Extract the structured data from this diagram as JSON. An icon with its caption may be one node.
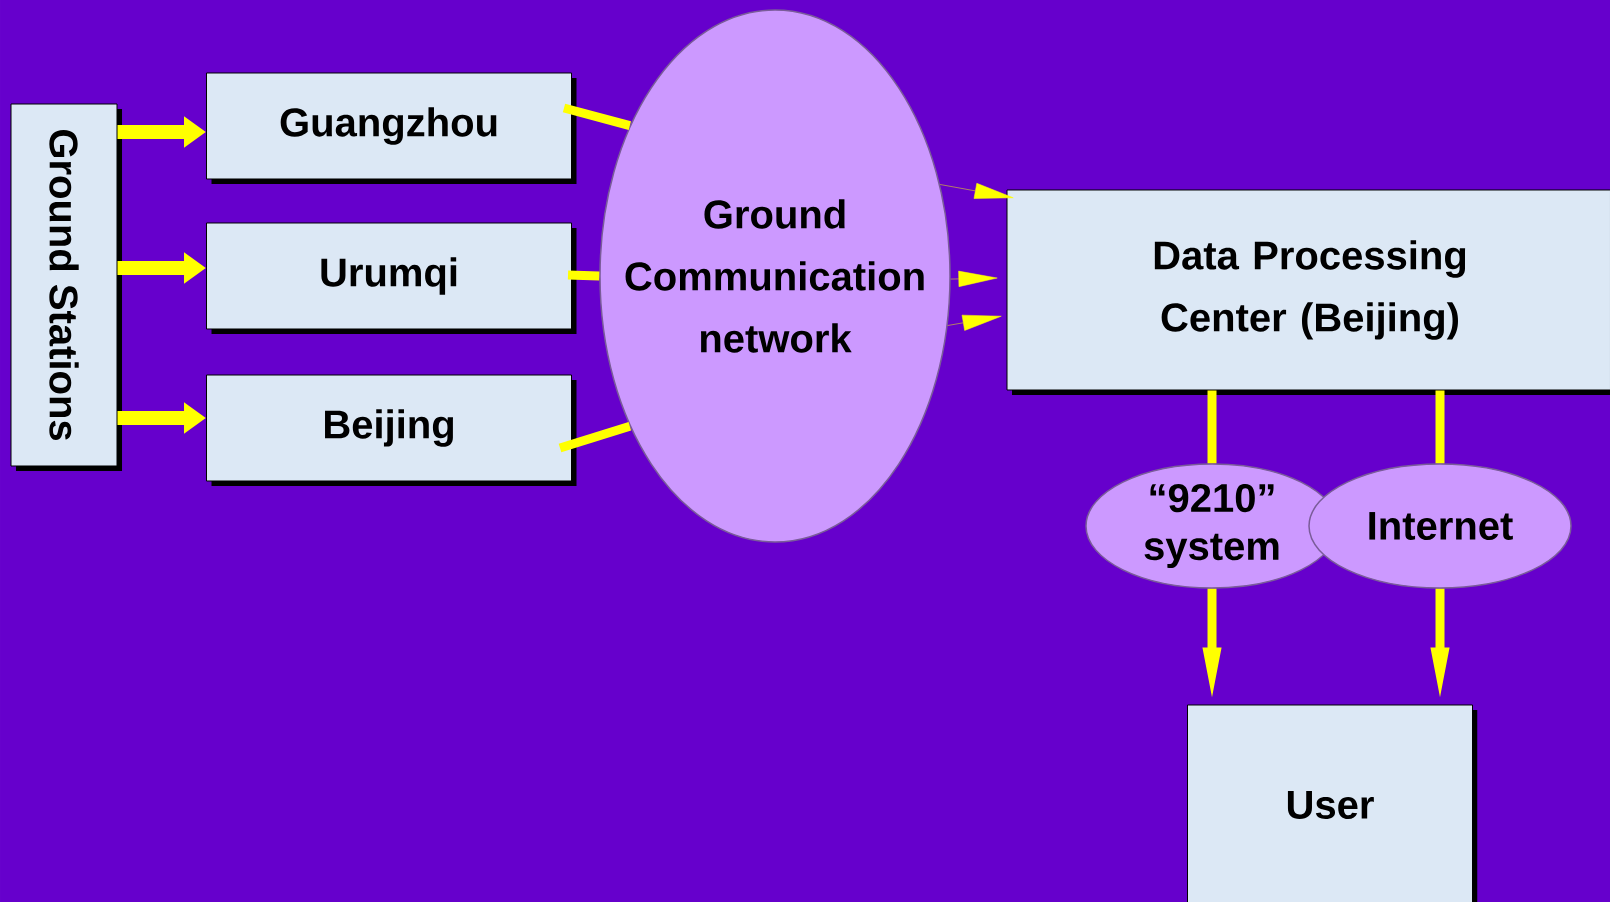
{
  "diagram": {
    "nodes": [
      {
        "text": [
          "Ground Stations"
        ]
      },
      {
        "text": [
          "Guangzhou"
        ]
      },
      {
        "text": [
          "Urumqi"
        ]
      },
      {
        "text": [
          "Beijing"
        ]
      },
      {
        "text": [
          "Ground Communication network"
        ]
      },
      {
        "text": [
          "Data Processing Center (Beijing)"
        ]
      },
      {
        "text": [
          "“9210” system"
        ]
      },
      {
        "text": [
          "Internet"
        ]
      },
      {
        "text": [
          "User"
        ]
      }
    ],
    "edges": [
      {
        "from": 0,
        "to": 1,
        "arrow": "to"
      },
      {
        "from": 0,
        "to": 2,
        "arrow": "to"
      },
      {
        "from": 0,
        "to": 3,
        "arrow": "to"
      },
      {
        "from": 1,
        "to": 4,
        "arrow": "none"
      },
      {
        "from": 2,
        "to": 4,
        "arrow": "none"
      },
      {
        "from": 3,
        "to": 4,
        "arrow": "none"
      },
      {
        "from": 4,
        "to": 5,
        "arrow": "to"
      },
      {
        "from": 4,
        "to": 5,
        "arrow": "to"
      },
      {
        "from": 4,
        "to": 5,
        "arrow": "to"
      },
      {
        "from": 5,
        "to": 6,
        "arrow": "none"
      },
      {
        "from": 5,
        "to": 7,
        "arrow": "none"
      },
      {
        "from": 6,
        "to": 8,
        "arrow": "to"
      },
      {
        "from": 7,
        "to": 8,
        "arrow": "to"
      }
    ]
  }
}
